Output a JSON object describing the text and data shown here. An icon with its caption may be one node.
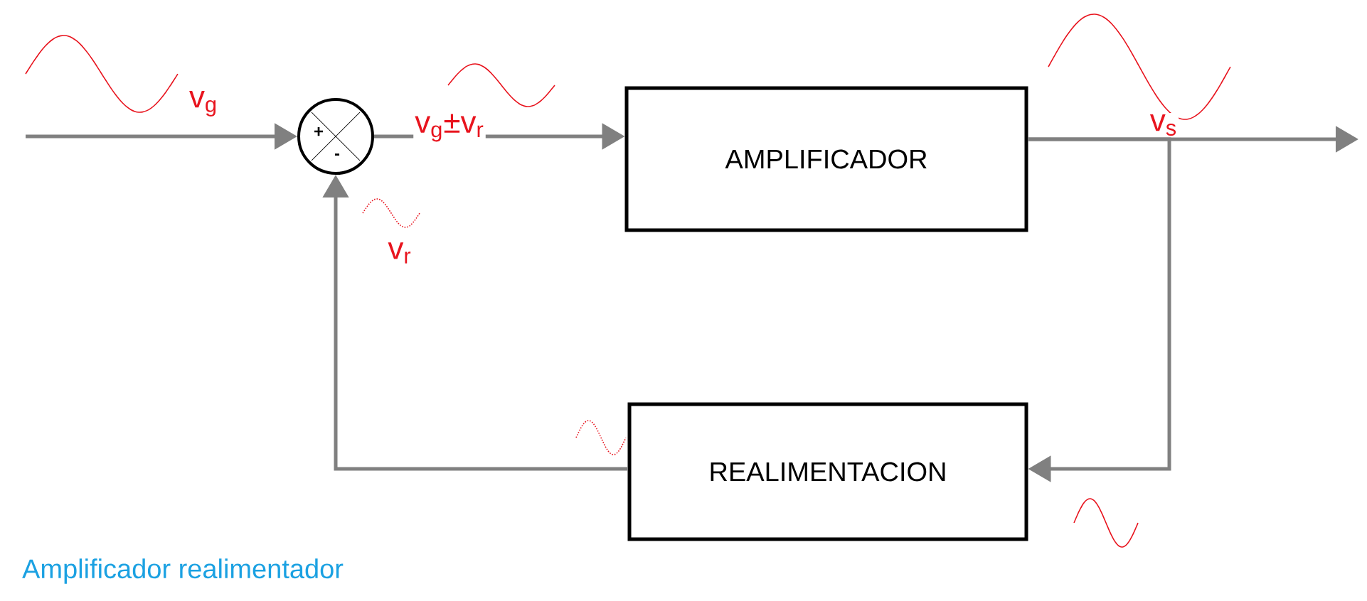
{
  "diagram": {
    "caption": "Amplificador realimentador",
    "nodes": [
      {
        "text": [
          "+",
          "-"
        ]
      },
      {
        "text": [
          "AMPLIFICADOR"
        ]
      },
      {
        "text": [
          "REALIMENTACION"
        ]
      }
    ],
    "edges": [
      {
        "from": null,
        "to": 0,
        "arrow": "to",
        "label": "v$_{g}$"
      },
      {
        "from": 0,
        "to": 1,
        "arrow": "to",
        "label": "v$_{g}$±v$_{r}$"
      },
      {
        "from": 1,
        "to": null,
        "arrow": "to",
        "label": "v$_{s}$"
      },
      {
        "from": 1,
        "to": 2,
        "arrow": "to"
      },
      {
        "from": 2,
        "to": 0,
        "arrow": "to",
        "label": "v$_{r}$"
      }
    ]
  }
}
